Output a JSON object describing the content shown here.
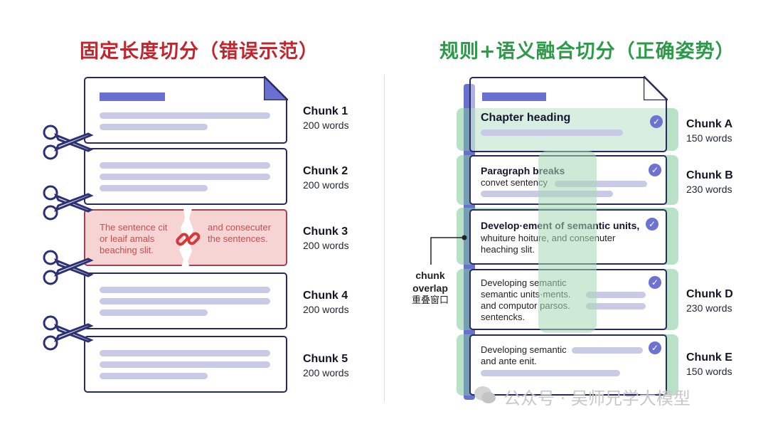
{
  "left": {
    "title": "固定长度切分（错误示范）",
    "chunks": [
      {
        "name": "Chunk 1",
        "words": "200 words"
      },
      {
        "name": "Chunk 2",
        "words": "200 words"
      },
      {
        "name": "Chunk 3",
        "words": "200 words"
      },
      {
        "name": "Chunk 4",
        "words": "200 words"
      },
      {
        "name": "Chunk 5",
        "words": "200 words"
      }
    ],
    "broken_left": [
      "The sentence cit",
      "or leaif amals",
      "beaching slit."
    ],
    "broken_right": [
      "and consecuter",
      "the sentences."
    ],
    "colors": {
      "title": "#c0262d",
      "highlight_fill": "#f7d4d4",
      "broken_text": "#d24a4a",
      "scissors": "#2c3174"
    },
    "icons": [
      "scissors-icon",
      "broken-link-icon"
    ]
  },
  "right": {
    "title": "规则+语义融合切分（正确姿势）",
    "chunks": [
      {
        "name": "Chunk A",
        "words": "150 words",
        "lines": [
          "Chapter heading"
        ]
      },
      {
        "name": "Chunk B",
        "words": "230 words",
        "lines": [
          "Paragraph breaks",
          "convet sentency"
        ]
      },
      {
        "name": "",
        "words": "",
        "lines": [
          "Develop·ement of semantic units,",
          "whuiture hoiture, and consenuter",
          "heaching slit."
        ]
      },
      {
        "name": "Chunk D",
        "words": "230 words",
        "lines": [
          "Developing semantic",
          "semantic units·ments.",
          "and computor parsos.",
          "sentencks."
        ]
      },
      {
        "name": "Chunk E",
        "words": "150 words",
        "lines": [
          "Developing semantic",
          "and ante enit."
        ]
      }
    ],
    "overlap_label_en": [
      "chunk",
      "overlap"
    ],
    "overlap_label_zh": "重叠窗口",
    "colors": {
      "title": "#2d9a4a",
      "band": "#7ec89a",
      "check": "#6c73d1"
    },
    "icons": [
      "check-icon"
    ]
  },
  "watermark": "公众号 · 吴师兄学大模型"
}
